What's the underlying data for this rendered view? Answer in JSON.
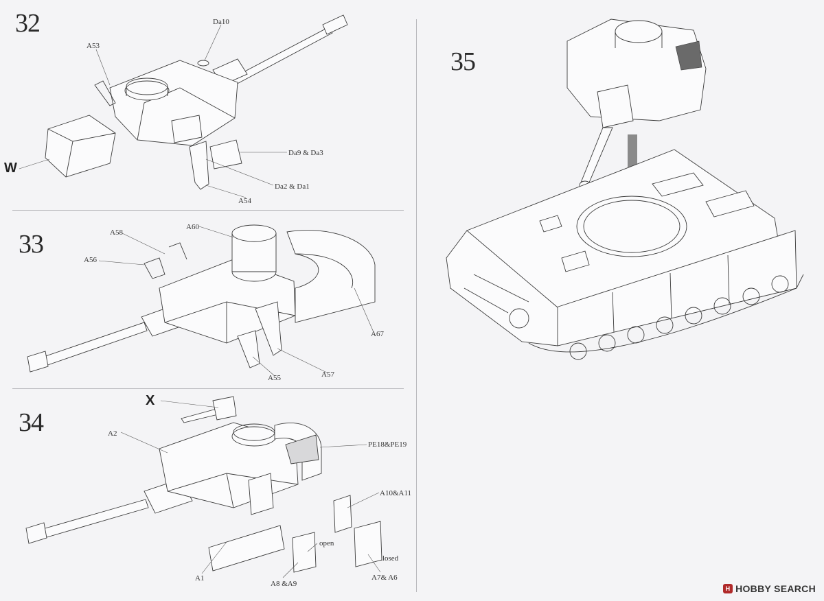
{
  "steps": {
    "s32": {
      "number": "32",
      "labels": {
        "da10": "Da10",
        "a53": "A53",
        "da9": "Da9 & Da3",
        "da2": "Da2 & Da1",
        "a54": "A54"
      },
      "marker": "W"
    },
    "s33": {
      "number": "33",
      "labels": {
        "a58": "A58",
        "a60": "A60",
        "a56": "A56",
        "a67": "A67",
        "a55": "A55",
        "a57": "A57"
      }
    },
    "s34": {
      "number": "34",
      "labels": {
        "pe": "PE18&PE19",
        "a2": "A2",
        "a10": "A10&A11",
        "open": "open",
        "closed": "closed",
        "a1": "A1",
        "a8": "A8 &A9",
        "a7": "A7& A6"
      },
      "marker": "X"
    },
    "s35": {
      "number": "35"
    }
  },
  "watermark": {
    "text": "HOBBY SEARCH",
    "logo": "H"
  },
  "colors": {
    "paper": "#f4f4f6",
    "ink": "#3a3a3a",
    "arrow": "#8a8a8a",
    "shield": "#d8d8da"
  }
}
